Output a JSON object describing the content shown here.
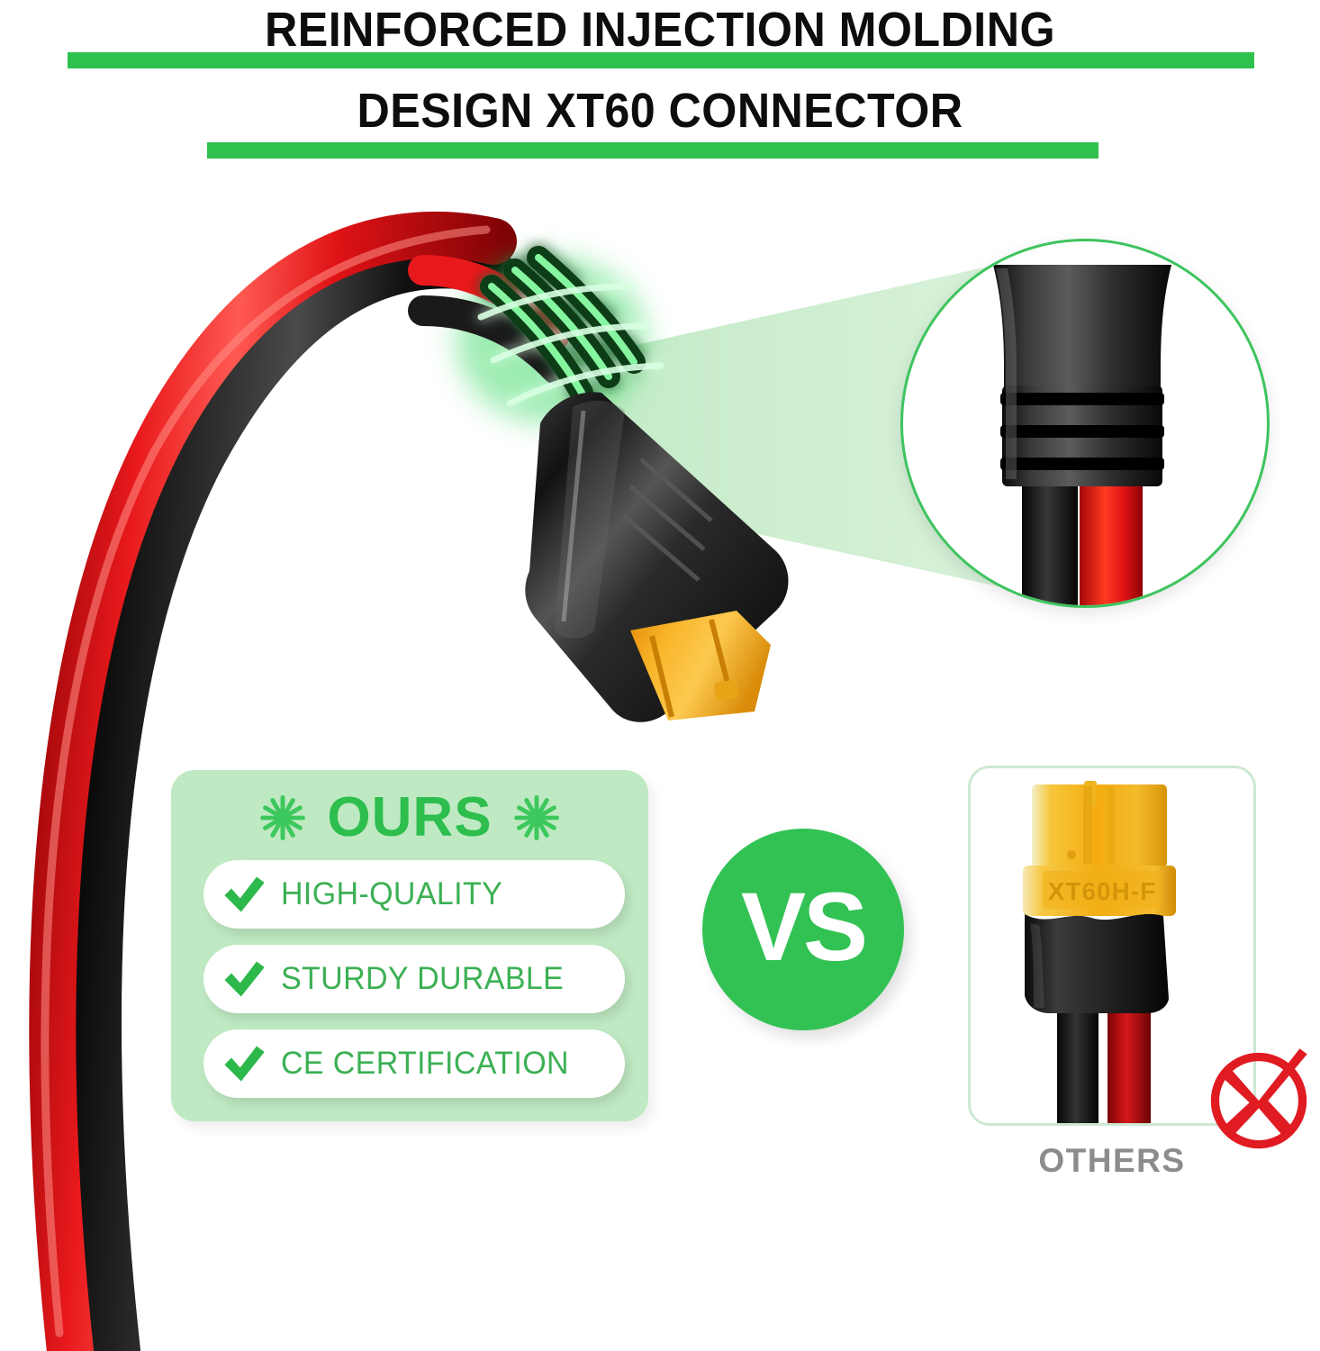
{
  "header": {
    "line1": "REINFORCED INJECTION MOLDING",
    "line2": "DESIGN XT60 CONNECTOR",
    "rule_color": "#2fc14e",
    "text_color": "#0d0d0d"
  },
  "ours_panel": {
    "title": "OURS",
    "title_color": "#2dbe4e",
    "panel_color": "#bfe9c2",
    "left_sparkle_icon": "sparkle-icon",
    "right_sparkle_icon": "sparkle-icon",
    "features": [
      {
        "label": "HIGH-QUALITY",
        "icon": "check-icon"
      },
      {
        "label": "STURDY DURABLE",
        "icon": "check-icon"
      },
      {
        "label": "CE CERTIFICATION",
        "icon": "check-icon"
      }
    ]
  },
  "vs_badge": {
    "label": "VS",
    "circle_color": "#32c254",
    "text_color": "#ffffff"
  },
  "others_panel": {
    "label": "OTHERS",
    "label_color": "#8c8c8c",
    "connector_marking": "XT60H-F",
    "reject_icon": "crossed-x-circle-icon",
    "reject_color": "#e01b22",
    "card_border_color": "#cfe8d3"
  },
  "product": {
    "main_connector_label": "xt60-connector-black-housing",
    "wire_red_color": "#e8191c",
    "wire_black_color": "#141414",
    "connector_body_color": "#1d1d1d",
    "connector_tip_color": "#f5a916",
    "glow_color": "#35d45a"
  },
  "inset": {
    "label": "magnified-strain-relief-boot",
    "ring_color": "#3ec45e",
    "cone_color": "#bfe9c2",
    "rib_count": 3
  }
}
